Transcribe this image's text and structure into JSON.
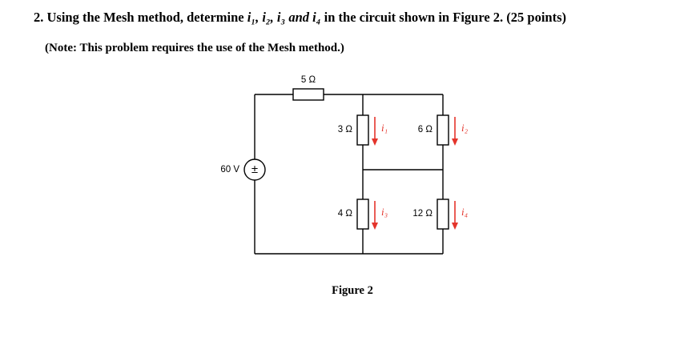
{
  "problem": {
    "title_prefix": "2. Using the Mesh method, determine ",
    "title_variables": "i₁, i₂, i₃ and i₄",
    "title_suffix": " in the circuit shown in Figure 2. (25 points)",
    "note": "(Note: This problem requires the use of the Mesh method.)"
  },
  "circuit": {
    "voltage_source": {
      "label": "60 V",
      "symbol": "±"
    },
    "resistors": {
      "r5": {
        "label": "5 Ω"
      },
      "r3": {
        "label": "3 Ω"
      },
      "r6": {
        "label": "6 Ω"
      },
      "r4": {
        "label": "4 Ω"
      },
      "r12": {
        "label": "12 Ω"
      }
    },
    "currents": {
      "i1": {
        "label": "i₁"
      },
      "i2": {
        "label": "i₂"
      },
      "i3": {
        "label": "i₃"
      },
      "i4": {
        "label": "i₄"
      }
    }
  },
  "figure": {
    "caption": "Figure 2"
  },
  "colors": {
    "current_arrow": "#e4342b",
    "wire": "#000000"
  }
}
